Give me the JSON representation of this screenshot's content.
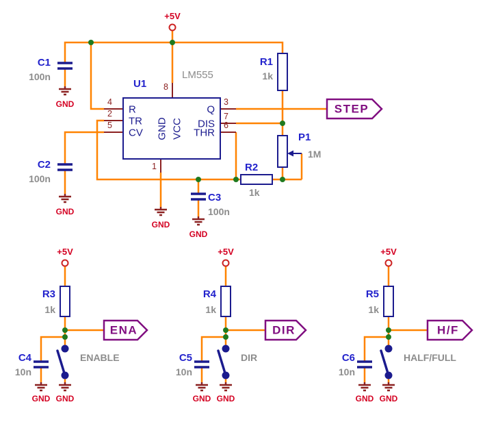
{
  "power": {
    "vcc_label": "+5V",
    "gnd_label": "GND"
  },
  "ic": {
    "ref": "U1",
    "part": "LM555",
    "pins": {
      "p1": "1",
      "p2": "2",
      "p3": "3",
      "p4": "4",
      "p5": "5",
      "p6": "6",
      "p7": "7",
      "p8": "8"
    },
    "names": {
      "r": "R",
      "tr": "TR",
      "cv": "CV",
      "gnd": "GND",
      "vcc": "VCC",
      "q": "Q",
      "dis": "DIS",
      "thr": "THR"
    }
  },
  "components": {
    "c1": {
      "ref": "C1",
      "value": "100n"
    },
    "c2": {
      "ref": "C2",
      "value": "100n"
    },
    "c3": {
      "ref": "C3",
      "value": "100n"
    },
    "c4": {
      "ref": "C4",
      "value": "10n"
    },
    "c5": {
      "ref": "C5",
      "value": "10n"
    },
    "c6": {
      "ref": "C6",
      "value": "10n"
    },
    "r1": {
      "ref": "R1",
      "value": "1k"
    },
    "r2": {
      "ref": "R2",
      "value": "1k"
    },
    "r3": {
      "ref": "R3",
      "value": "1k"
    },
    "r4": {
      "ref": "R4",
      "value": "1k"
    },
    "r5": {
      "ref": "R5",
      "value": "1k"
    },
    "p1": {
      "ref": "P1",
      "value": "1M"
    }
  },
  "flags": {
    "step": "STEP",
    "ena": "ENA",
    "dir": "DIR",
    "hf": "H/F"
  },
  "switch_labels": {
    "enable": "ENABLE",
    "dir": "DIR",
    "half_full": "HALF/FULL"
  },
  "colors": {
    "wire": "#ff8300",
    "symbol": "#1b1b8e",
    "pin": "#8b2121",
    "junction": "#1f7a1f",
    "flag": "#800e80",
    "power_text": "#d40022",
    "designator_text": "#2222cc",
    "value_text": "#8c8c8c"
  }
}
